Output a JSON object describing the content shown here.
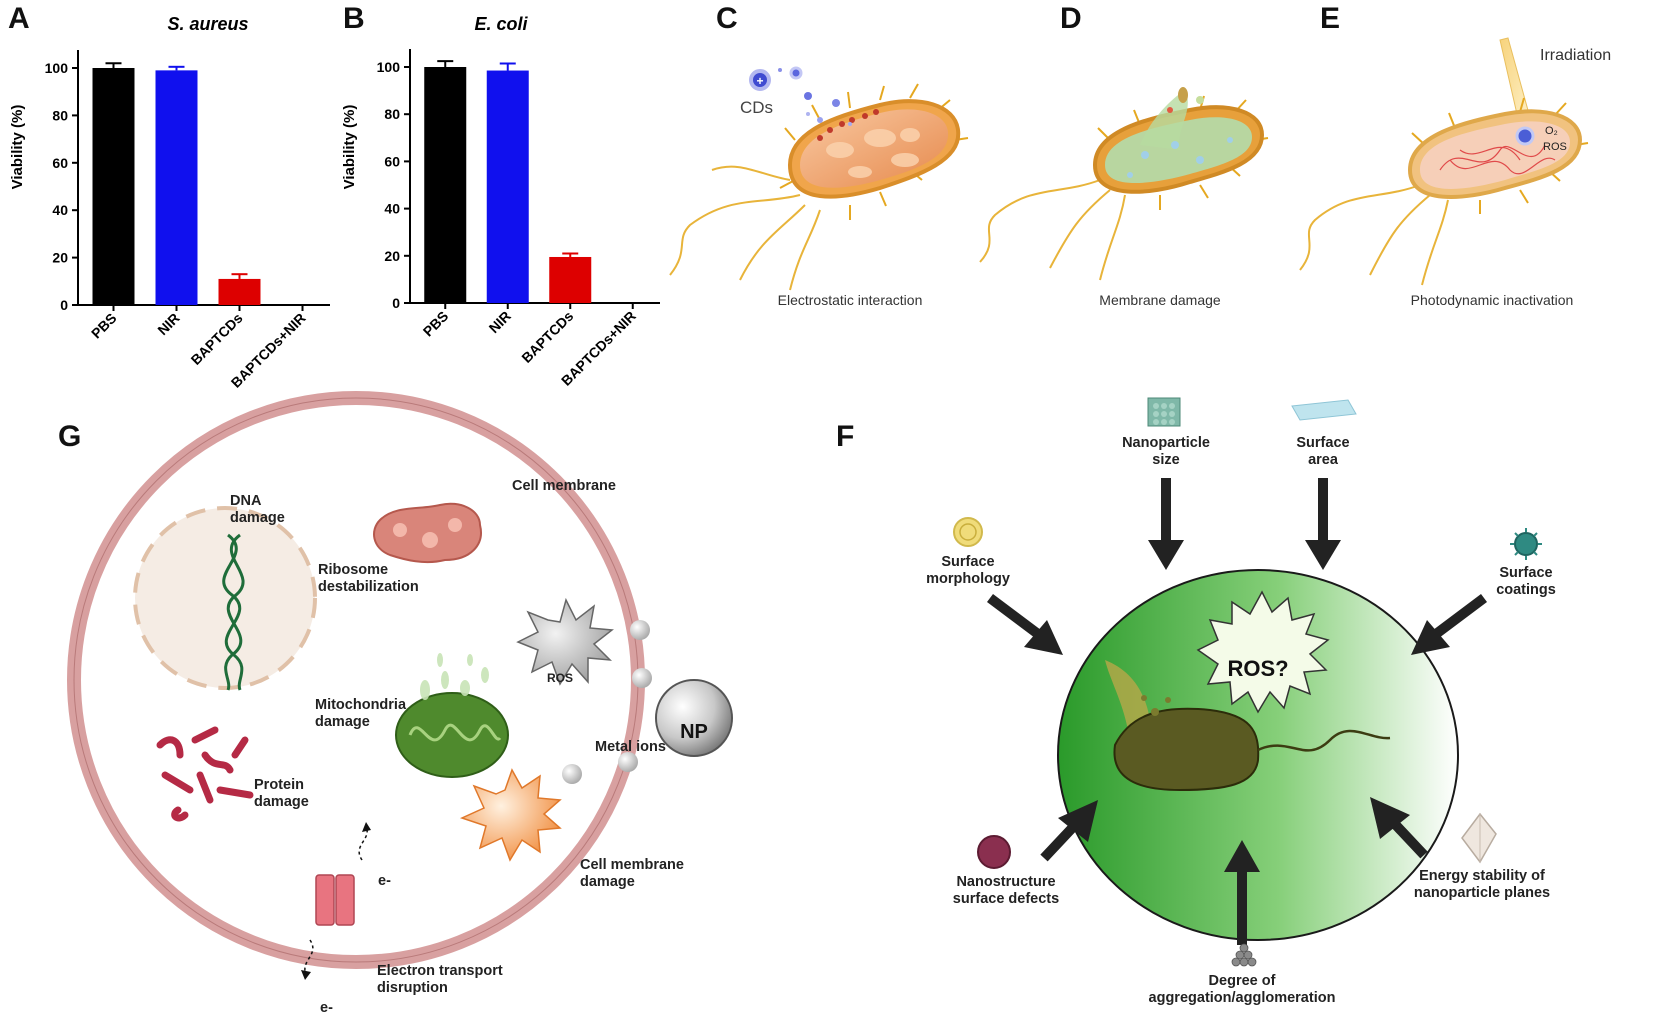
{
  "panels": {
    "A": "A",
    "B": "B",
    "C": "C",
    "D": "D",
    "E": "E",
    "F": "F",
    "G": "G"
  },
  "colors": {
    "pbs": "#000000",
    "nir": "#1010ee",
    "baptcds": "#dd0000",
    "green": "#2f9a2f",
    "membrane": "#d9a1a1",
    "arrow": "#222222"
  },
  "chart_data": [
    {
      "type": "bar",
      "title": "S. aureus",
      "ylabel": "Viability (%)",
      "categories": [
        "PBS",
        "NIR",
        "BAPTCDs",
        "BAPTCDs+NIR"
      ],
      "values": [
        100,
        99,
        11,
        0
      ],
      "errors": [
        2,
        1.5,
        2,
        0
      ],
      "ylim": [
        0,
        110
      ],
      "yticks": [
        "0",
        "20",
        "40",
        "60",
        "80",
        "100"
      ]
    },
    {
      "type": "bar",
      "title": "E. coli",
      "ylabel": "Viability (%)",
      "categories": [
        "PBS",
        "NIR",
        "BAPTCDs",
        "BAPTCDs+NIR"
      ],
      "values": [
        100,
        98.5,
        19.5,
        0
      ],
      "errors": [
        2.5,
        3,
        1.5,
        0
      ],
      "ylim": [
        0,
        110
      ],
      "yticks": [
        "0",
        "20",
        "40",
        "60",
        "80",
        "100"
      ]
    }
  ],
  "mechanisms": {
    "c_caption": "Electrostatic interaction",
    "c_cds": "CDs",
    "d_caption": "Membrane damage",
    "e_caption": "Photodynamic inactivation",
    "e_irradiation": "Irradiation",
    "e_o2": "O₂",
    "e_ros": "ROS"
  },
  "factors": {
    "center": "ROS?",
    "nanoparticle_size": [
      "Nanoparticle",
      "size"
    ],
    "surface_area": [
      "Surface",
      "area"
    ],
    "surface_morphology": [
      "Surface",
      "morphology"
    ],
    "surface_coatings": [
      "Surface",
      "coatings"
    ],
    "nanostructure_defects": [
      "Nanostructure",
      "surface defects"
    ],
    "aggregation": [
      "Degree of",
      "aggregation/agglomeration"
    ],
    "energy_stability": [
      "Energy stability of",
      "nanoparticle planes"
    ]
  },
  "cell": {
    "dna": [
      "DNA",
      "damage"
    ],
    "cell_membrane": "Cell membrane",
    "ribosome": [
      "Ribosome",
      "destabilization"
    ],
    "ros": "ROS",
    "mitochondria": [
      "Mitochondria",
      "damage"
    ],
    "metal_ions": "Metal ions",
    "np": "NP",
    "protein": [
      "Protein",
      "damage"
    ],
    "cm_damage": [
      "Cell membrane",
      "damage"
    ],
    "etd": [
      "Electron transport",
      "disruption"
    ],
    "e_top": "e-",
    "e_bottom": "e-"
  }
}
